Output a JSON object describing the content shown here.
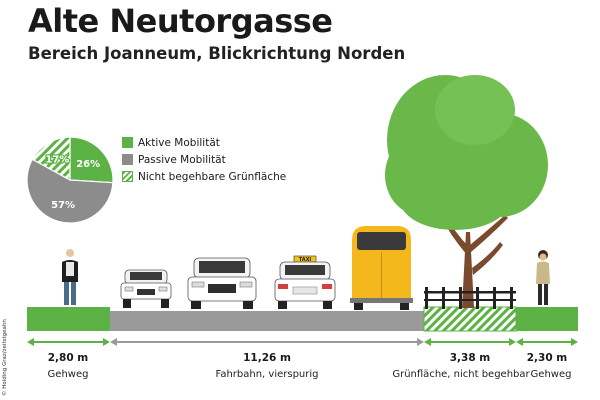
{
  "title": "Alte Neutorgasse",
  "subtitle": "Bereich Joanneum, Blickrichtung Norden",
  "taxi_sign": "TAXI",
  "credit": "© Holding Graz/zeitstgeahn",
  "colors": {
    "green": "#5cb245",
    "gray": "#8c8c8c",
    "road": "#9a9a9a",
    "tree": "#6bb84a",
    "van": "#f4b81c",
    "arrow": "#5cb245"
  },
  "chart_data": {
    "type": "pie",
    "slices": [
      {
        "label": "Aktive Mobilität",
        "value": 26,
        "display": "26%",
        "style": "solid-green"
      },
      {
        "label": "Passive Mobilität",
        "value": 57,
        "display": "57%",
        "style": "solid-gray"
      },
      {
        "label": "Nicht begehbare Grünfläche",
        "value": 17,
        "display": "17%",
        "style": "hatched-green"
      }
    ],
    "legend": [
      "Aktive Mobilität",
      "Passive Mobilität",
      "Nicht begehbare Grünfläche"
    ],
    "legend_position": "right"
  },
  "sections": [
    {
      "width": "2,80 m",
      "label": "Gehweg",
      "kind": "sidewalk"
    },
    {
      "width": "11,26 m",
      "label": "Fahrbahn, vierspurig",
      "kind": "road"
    },
    {
      "width": "3,38 m",
      "label": "Grünfläche, nicht begehbar",
      "kind": "greenstrip"
    },
    {
      "width": "2,30 m",
      "label": "Gehweg",
      "kind": "sidewalk"
    }
  ]
}
